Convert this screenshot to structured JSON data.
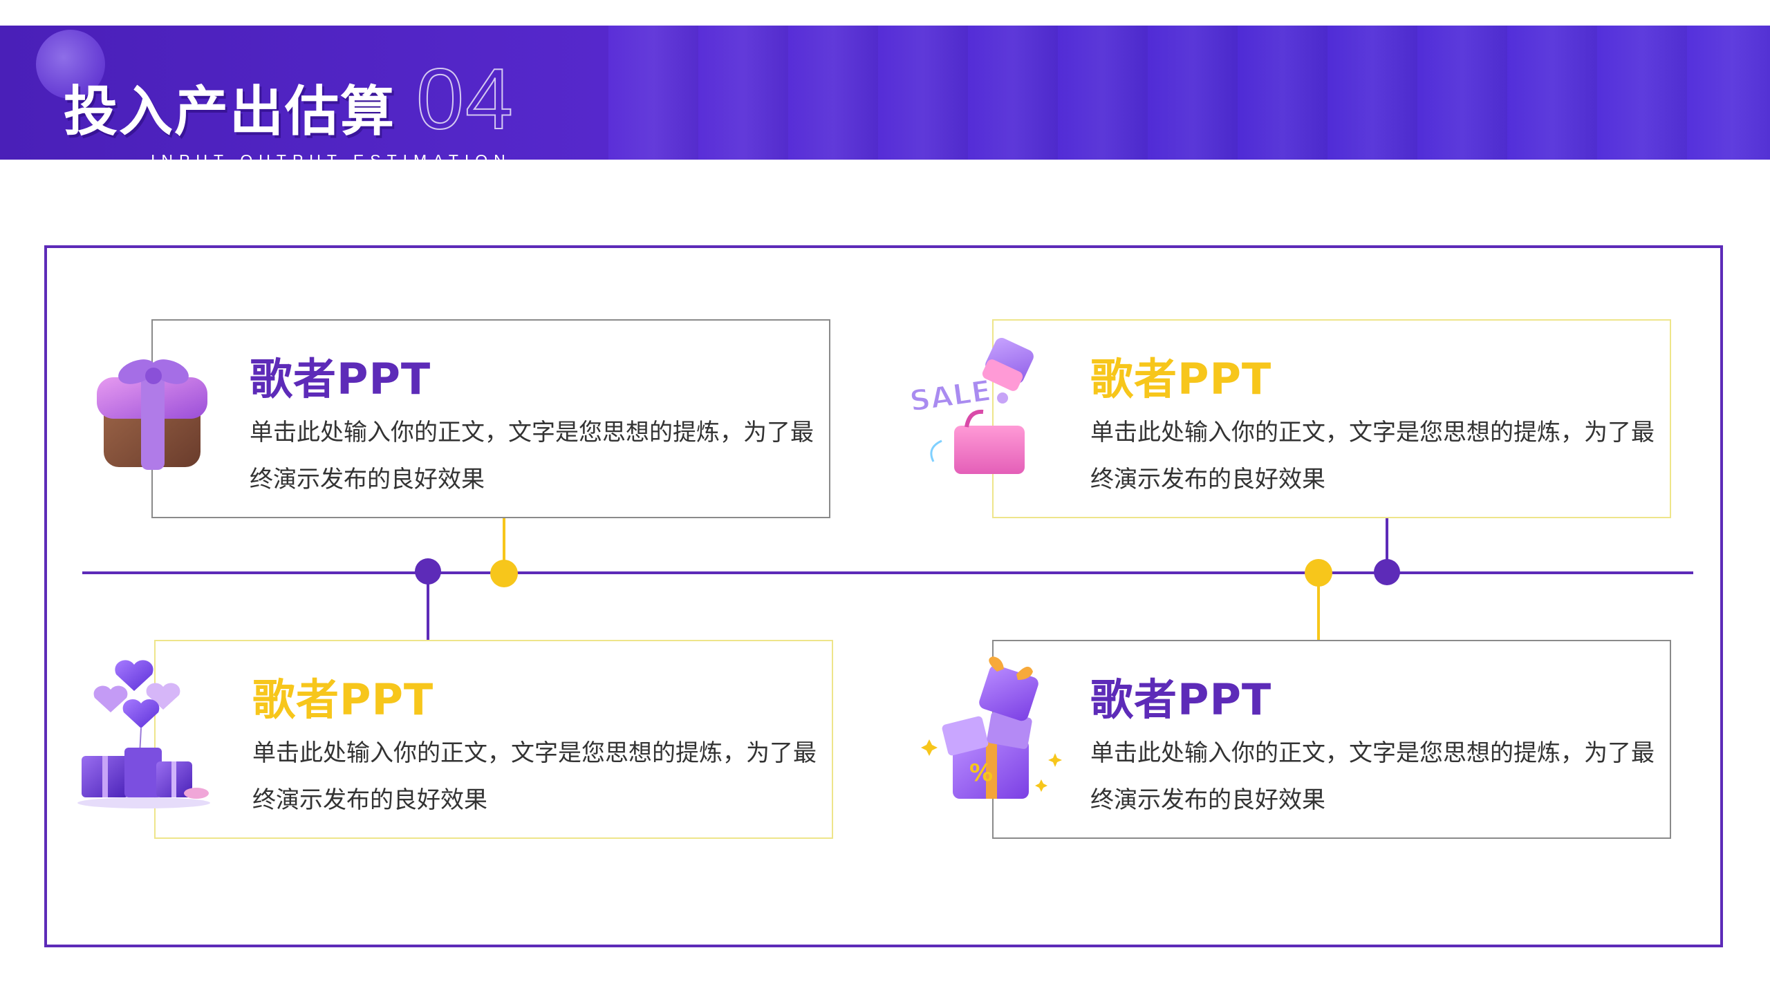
{
  "header": {
    "title": "投入产出估算",
    "number": "04",
    "subtitle": "INPUT-OUTPUT  ESTIMATION"
  },
  "colors": {
    "purple": "#5d2bb8",
    "yellow": "#f7c61b",
    "banner": "#5228cc"
  },
  "cards": [
    {
      "title": "歌者PPT",
      "body": "单击此处输入你的正文，文字是您思想的提炼，为了最终演示发布的良好效果",
      "accent": "#5d2bb8",
      "icon": "gift-box-icon"
    },
    {
      "title": "歌者PPT",
      "body": "单击此处输入你的正文，文字是您思想的提炼，为了最终演示发布的良好效果",
      "accent": "#f7c61b",
      "icon": "sale-shopping-bag-icon"
    },
    {
      "title": "歌者PPT",
      "body": "单击此处输入你的正文，文字是您思想的提炼，为了最终演示发布的良好效果",
      "accent": "#f7c61b",
      "icon": "heart-balloons-gifts-icon"
    },
    {
      "title": "歌者PPT",
      "body": "单击此处输入你的正文，文字是您思想的提炼，为了最终演示发布的良好效果",
      "accent": "#5d2bb8",
      "icon": "coupon-gift-box-icon"
    }
  ]
}
